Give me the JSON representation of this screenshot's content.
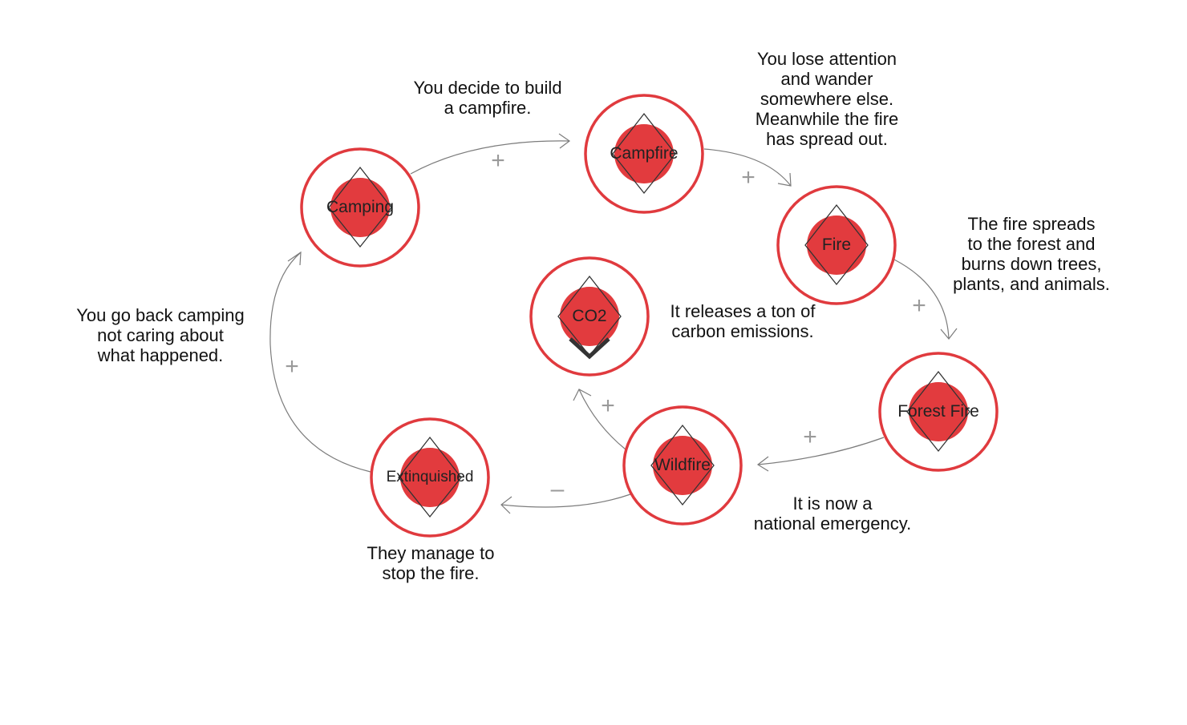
{
  "colors": {
    "ring": "#e03a3e",
    "fill": "#e23b3e",
    "link": "#7c7c7c",
    "sign": "#9a9a9a"
  },
  "nodes": {
    "camping": {
      "label": "Camping"
    },
    "campfire": {
      "label": "Campfire"
    },
    "fire": {
      "label": "Fire"
    },
    "co2": {
      "label": "CO2"
    },
    "forest_fire": {
      "label": "Forest Fire"
    },
    "wildfire": {
      "label": "Wildfire"
    },
    "extinguished": {
      "label": "Extinquished"
    }
  },
  "notes": {
    "build_campfire": "You decide to build\na campfire.",
    "lose_attention": "You lose attention\nand wander\nsomewhere else.\nMeanwhile the fire\nhas spread out.",
    "spreads": "The fire spreads\nto the forest and\nburns down trees,\nplants, and animals.",
    "emissions": "It releases a ton of\ncarbon emissions.",
    "emergency": "It is now a\nnational emergency.",
    "stop_fire": "They manage to\nstop the fire.",
    "back_camping": "You go back camping\nnot caring about\nwhat happened."
  },
  "links": [
    {
      "from": "Camping",
      "to": "Campfire",
      "polarity": "+"
    },
    {
      "from": "Campfire",
      "to": "Fire",
      "polarity": "+"
    },
    {
      "from": "Fire",
      "to": "Forest Fire",
      "polarity": "+"
    },
    {
      "from": "Forest Fire",
      "to": "Wildfire",
      "polarity": "+"
    },
    {
      "from": "Wildfire",
      "to": "CO2",
      "polarity": "+"
    },
    {
      "from": "Wildfire",
      "to": "Extinquished",
      "polarity": "–"
    },
    {
      "from": "Extinquished",
      "to": "Camping",
      "polarity": "+"
    }
  ]
}
